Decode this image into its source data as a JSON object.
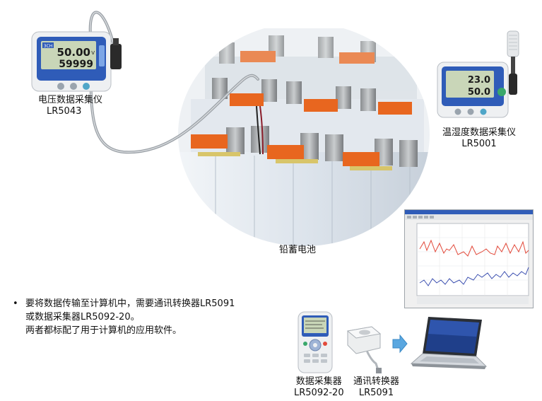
{
  "voltage_logger": {
    "name": "电压数据采集仪",
    "model": "LR5043",
    "display_top": "50.00",
    "display_unit": "V",
    "display_bottom": "59999",
    "badge": "3CH"
  },
  "temp_logger": {
    "name": "温湿度数据采集仪",
    "model": "LR5001",
    "display_top": "23.0",
    "display_bottom": "50.0"
  },
  "battery": {
    "label": "铅蓄电池"
  },
  "note": {
    "bullet": "•",
    "line1": "要将数据传输至计算机中，需要通讯转换器LR5091",
    "line2": "或数据采集器LR5092-20。",
    "line3": "两者都标配了用于计算机的应用软件。"
  },
  "collector": {
    "name": "数据采集器",
    "model": "LR5092-20"
  },
  "converter": {
    "name": "通讯转换器",
    "model": "LR5091"
  },
  "colors": {
    "battery_cap": "#e8661f",
    "cell_body": "#dfe6ee",
    "lcd": "#c9d6b8",
    "logger_frame": "#2f5cb8",
    "arrow": "#5aa7e0",
    "screen": "#1f3f8a",
    "trace_red": "#e24a3b",
    "trace_blue": "#3b4fb0"
  }
}
